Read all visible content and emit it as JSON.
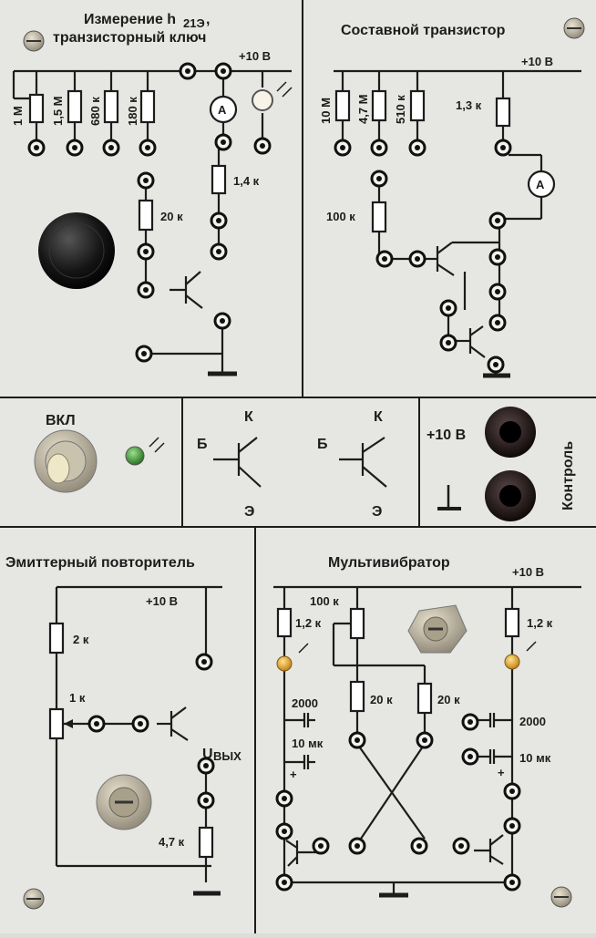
{
  "sections": {
    "hfe": {
      "title_line1": "Измерение h",
      "title_sub": "21Э",
      "title_comma": ",",
      "title_line2": "транзисторный ключ",
      "supply": "+10 В"
    },
    "darlington": {
      "title": "Составной транзистор",
      "supply": "+10 В"
    },
    "power": {
      "label": "ВКЛ"
    },
    "pinout": {
      "b": "Б",
      "k": "К",
      "e": "Э"
    },
    "control": {
      "supply": "+10 В",
      "vertical": "Контроль"
    },
    "follower": {
      "title": "Эмиттерный повторитель",
      "supply": "+10 В",
      "out_u": "U",
      "out_sub": "ВЫХ"
    },
    "multivibrator": {
      "title": "Мультивибратор",
      "supply": "+10 В"
    }
  },
  "resistors": {
    "r1": "1 М",
    "r2": "1,5 М",
    "r3": "680 к",
    "r4": "180 к",
    "r5": "1,4 к",
    "r6": "20 к",
    "d1": "10 М",
    "d2": "4,7 М",
    "d3": "510 к",
    "d4": "1,3 к",
    "d5": "100 к",
    "f1": "2 к",
    "f2": "1 к",
    "f3": "4,7 к",
    "m1": "100 к",
    "m2": "1,2 к",
    "m3": "20 к",
    "m4": "20 к",
    "m5": "1,2 к"
  },
  "capacitors": {
    "c1": "2000",
    "c2": "10 мк",
    "c3": "2000",
    "c4": "10 мк",
    "plus": "+"
  },
  "meters": {
    "ammeter": "A"
  },
  "colors": {
    "panel": "#e6e6e2",
    "ink": "#1c1c1c",
    "led_green": "#2f8a2a",
    "led_amber": "#e0a020"
  }
}
